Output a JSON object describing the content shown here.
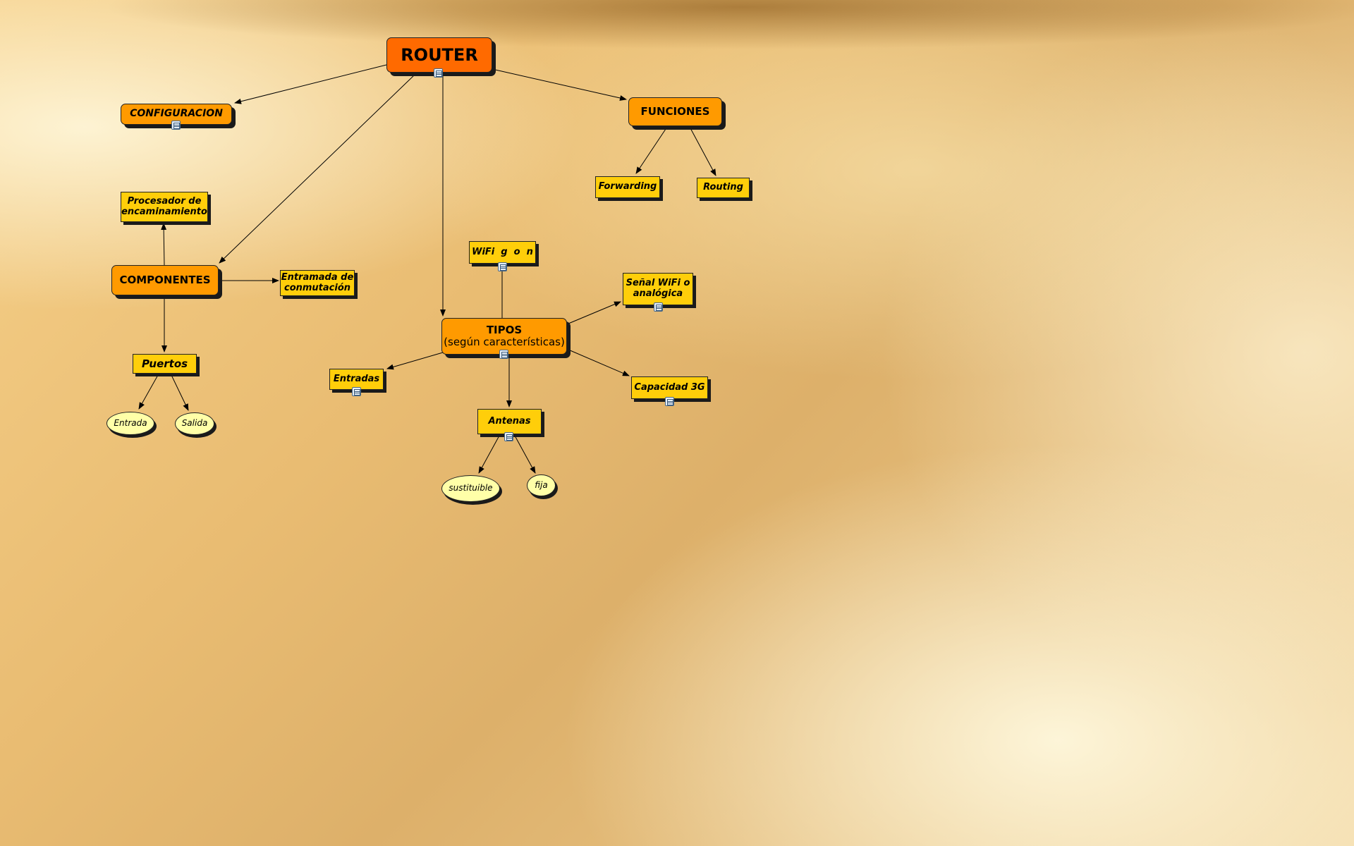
{
  "nodes": {
    "router": "ROUTER",
    "configuracion": "CONFIGURACION",
    "funciones": "FUNCIONES",
    "forwarding": "Forwarding",
    "routing": "Routing",
    "procesador": "Procesador de encaminamiento",
    "componentes": "COMPONENTES",
    "entramada": "Entramada de conmutación",
    "puertos": "Puertos",
    "entrada": "Entrada",
    "salida": "Salida",
    "wifi_gon": "WiFi  g  o  n",
    "tipos_title": "TIPOS",
    "tipos_subtitle": "(según características)",
    "senal": "Señal WiFi o analógica",
    "entradas": "Entradas",
    "capacidad": "Capacidad 3G",
    "antenas": "Antenas",
    "sustituible": "sustituible",
    "fija": "fija"
  },
  "icons": {
    "attachment": "document-icon"
  },
  "colors": {
    "root": "#ff6a00",
    "main_concept": "#ff9a00",
    "sub_concept": "#ffce0a",
    "leaf_oval": "#ffffa8"
  }
}
